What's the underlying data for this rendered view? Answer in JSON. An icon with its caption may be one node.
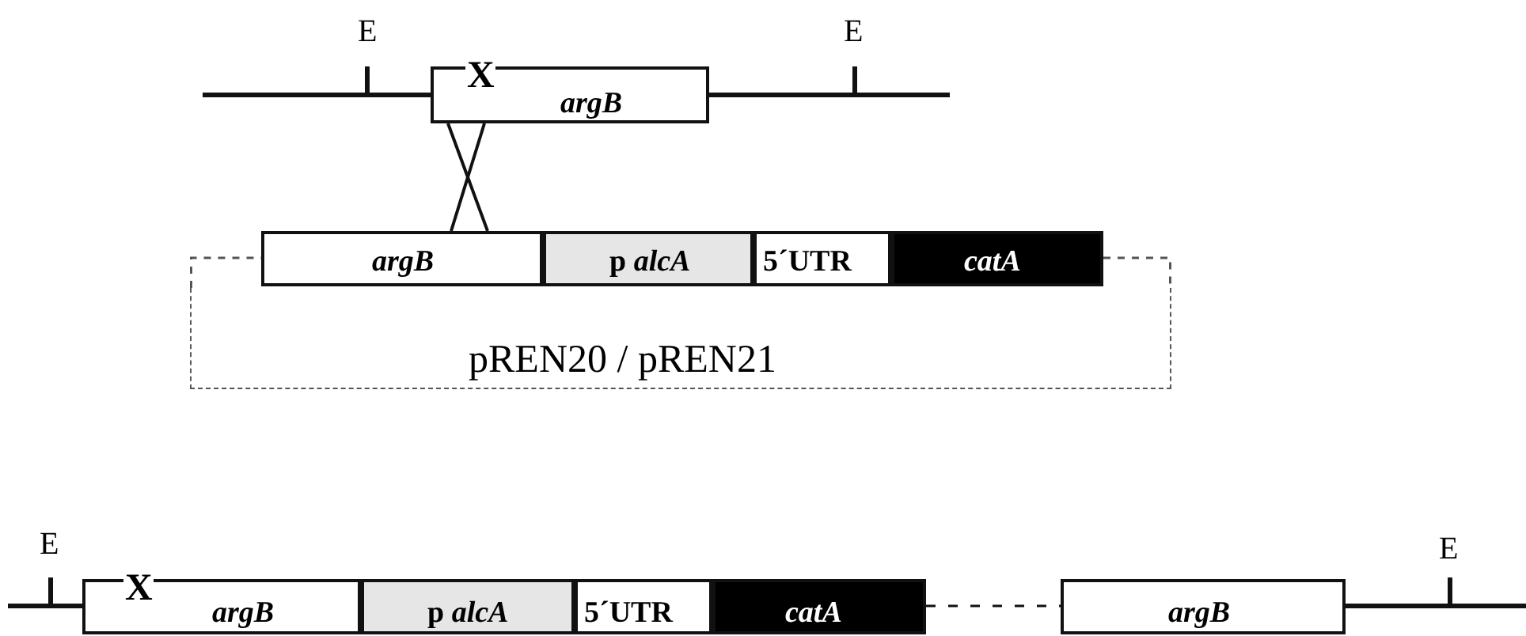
{
  "diagram": {
    "nodes": [
      {
        "text": [
          "X",
          "argB"
        ]
      },
      {
        "text": [
          "pREN20 / pREN21"
        ]
      },
      {
        "text": [
          "argB"
        ]
      },
      {
        "text": [
          "p *alcA*"
        ]
      },
      {
        "text": [
          "5´UTR"
        ]
      },
      {
        "text": [
          "catA"
        ]
      },
      {
        "text": [
          "X",
          "argB"
        ]
      },
      {
        "text": [
          "p *alcA*"
        ]
      },
      {
        "text": [
          "5´UTR"
        ]
      },
      {
        "text": [
          "catA"
        ]
      },
      {
        "text": [
          "argB"
        ]
      }
    ],
    "edges": [
      {
        "from": 0,
        "to": 2,
        "arrow": "none"
      },
      {
        "from": 0,
        "to": 2,
        "arrow": "none"
      },
      {
        "from": 9,
        "to": 10,
        "arrow": "none",
        "style": "dashed"
      }
    ],
    "labels": [
      "E",
      "E",
      "E",
      "E"
    ]
  }
}
